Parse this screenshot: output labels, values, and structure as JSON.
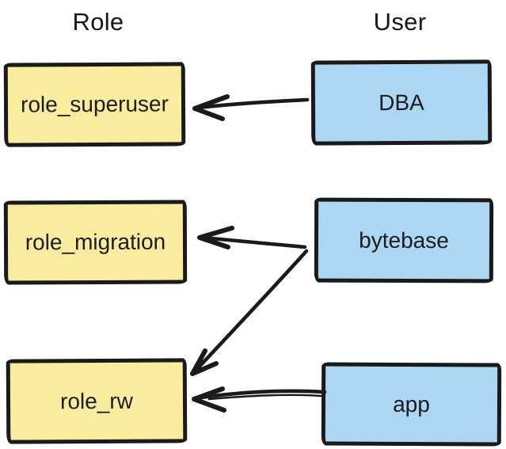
{
  "diagram": {
    "columns": [
      {
        "id": "role",
        "title": "Role"
      },
      {
        "id": "user",
        "title": "User"
      }
    ],
    "nodes": [
      {
        "id": "role_superuser",
        "label": "role_superuser",
        "column": "role"
      },
      {
        "id": "dba",
        "label": "DBA",
        "column": "user"
      },
      {
        "id": "role_migration",
        "label": "role_migration",
        "column": "role"
      },
      {
        "id": "bytebase",
        "label": "bytebase",
        "column": "user"
      },
      {
        "id": "role_rw",
        "label": "role_rw",
        "column": "role"
      },
      {
        "id": "app",
        "label": "app",
        "column": "user"
      }
    ],
    "edges": [
      {
        "from": "DBA",
        "to": "role_superuser"
      },
      {
        "from": "bytebase",
        "to": "role_migration"
      },
      {
        "from": "bytebase",
        "to": "role_rw"
      },
      {
        "from": "app",
        "to": "role_rw"
      }
    ],
    "colors": {
      "role_fill": "#f9ec9e",
      "user_fill": "#abd7f5",
      "stroke": "#1a1a1a",
      "background": "#ffffff"
    }
  }
}
